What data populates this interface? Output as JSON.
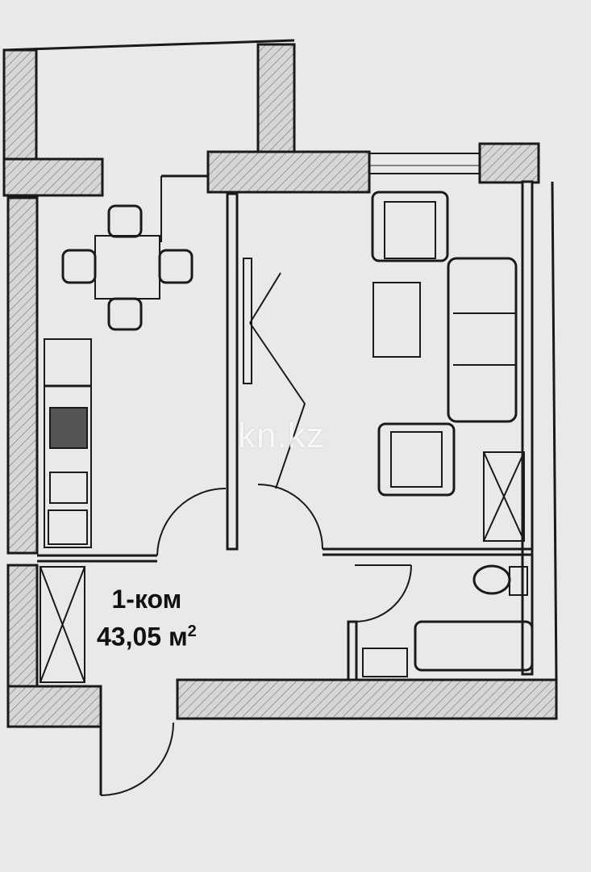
{
  "plan": {
    "rooms_label": "1-ком",
    "area_value": "43,05",
    "area_unit": "м",
    "area_unit_power": "2"
  },
  "watermark": "kn.kz",
  "colors": {
    "background": "#e9e9e9",
    "wall_fill": "#cfcfcf",
    "line": "#1a1a1a"
  }
}
